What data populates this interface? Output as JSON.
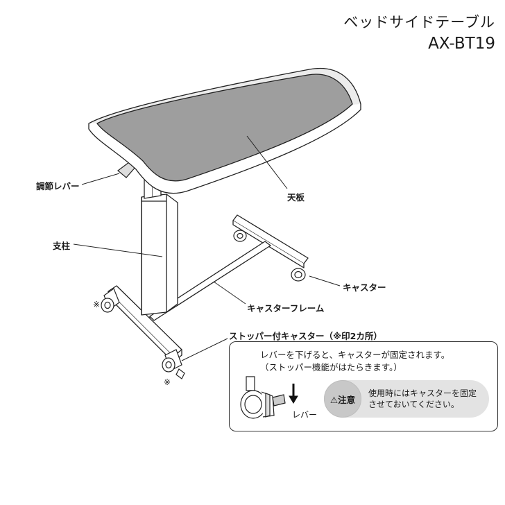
{
  "header": {
    "product_name": "ベッドサイドテーブル",
    "model": "AX-BT19"
  },
  "labels": {
    "adjust_lever": "調節レバー",
    "tabletop": "天板",
    "post": "支柱",
    "caster": "キャスター",
    "caster_frame": "キャスターフレーム",
    "stopper_caster": "ストッパー付キャスター（※印2カ所）",
    "asterisk": "※"
  },
  "note": {
    "line1": "レバーを下げると、キャスターが固定されます。",
    "line2": "（ストッパー機能がはたらきます。）",
    "lever_label": "レバー",
    "caution_badge": "⚠注意",
    "caution_line1": "使用時にはキャスターを固定",
    "caution_line2": "させておいてください。"
  }
}
